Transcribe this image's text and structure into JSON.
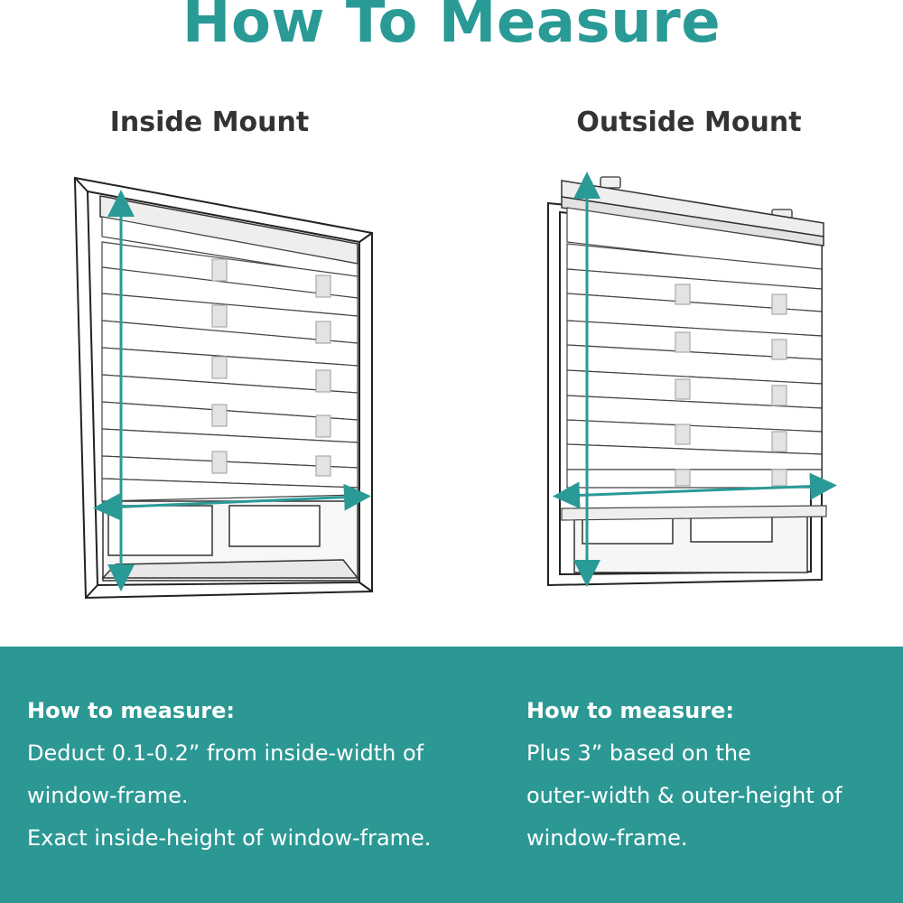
{
  "title": "How To Measure",
  "inside": {
    "heading": "Inside Mount",
    "how_label": "How to measure:",
    "line1": "Deduct 0.1-0.2” from inside-width of",
    "line2": "window-frame.",
    "line3": "Exact inside-height of window-frame."
  },
  "outside": {
    "heading": "Outside Mount",
    "how_label": "How to measure:",
    "line1": "Plus 3” based on the",
    "line2": "outer-width & outer-height of",
    "line3": "window-frame."
  },
  "colors": {
    "accent": "#2a9a96",
    "panel": "#2c9894",
    "heading": "#333333"
  }
}
